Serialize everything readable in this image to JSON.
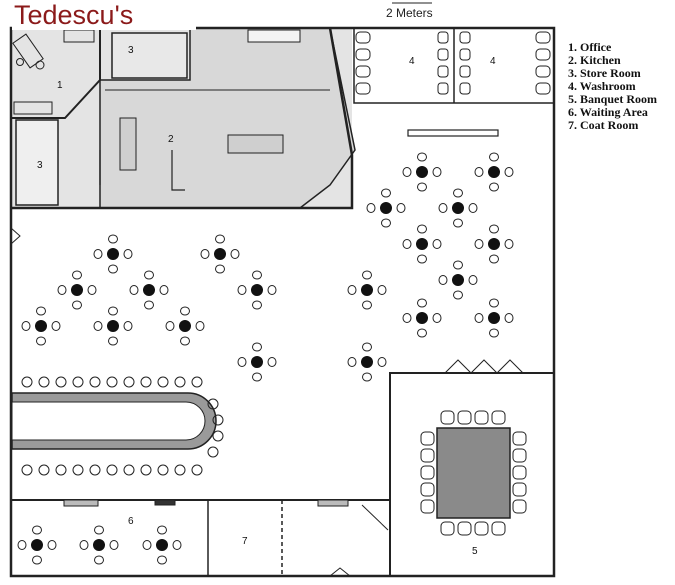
{
  "title": "Tedescu's",
  "scale_label": "2 Meters",
  "legend": [
    "1. Office",
    "2. Kitchen",
    "3. Store Room",
    "4. Washroom",
    "5. Banquet Room",
    "6. Waiting Area",
    "7. Coat Room"
  ],
  "room_numbers": {
    "office": "1",
    "kitchen": "2",
    "store_top": "3",
    "store_left": "3",
    "washroom_left": "4",
    "washroom_right": "4",
    "banquet": "5",
    "waiting": "6",
    "coat": "7"
  },
  "colors": {
    "wall": "#222222",
    "service_area": "#e4e4e4",
    "table_fill": "#111111",
    "banquet_table": "#8a8a8a",
    "title": "#8b1a1a"
  }
}
